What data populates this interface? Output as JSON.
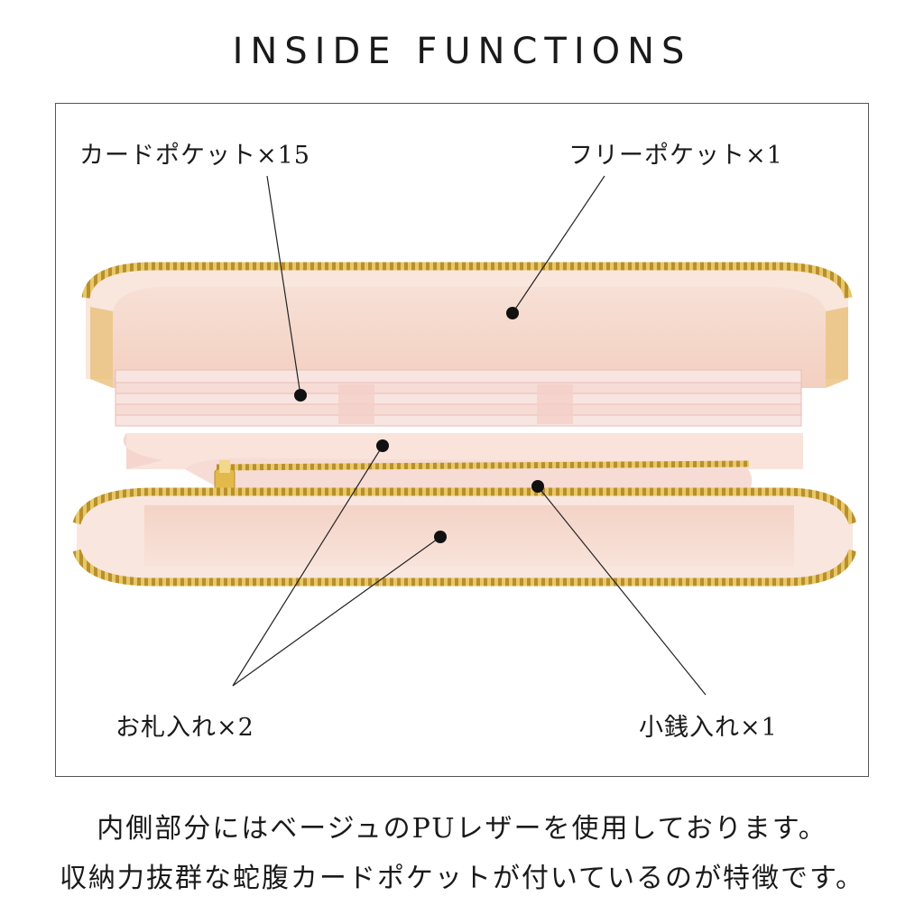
{
  "title": "INSIDE FUNCTIONS",
  "labels": {
    "card_pocket": "カードポケット×15",
    "free_pocket": "フリーポケット×1",
    "bill_compartment": "お札入れ×2",
    "coin_purse": "小銭入れ×1"
  },
  "caption": {
    "line1": "内側部分にはベージュのPUレザーを使用しております。",
    "line2": "収納力抜群な蛇腹カードポケットが付いているのが特徴です。"
  },
  "colors": {
    "leather_pink": "#f6d8cf",
    "inner_beige": "#f7d9c9",
    "zipper_gold": "#d9b24a",
    "text": "#1a1a1a"
  }
}
